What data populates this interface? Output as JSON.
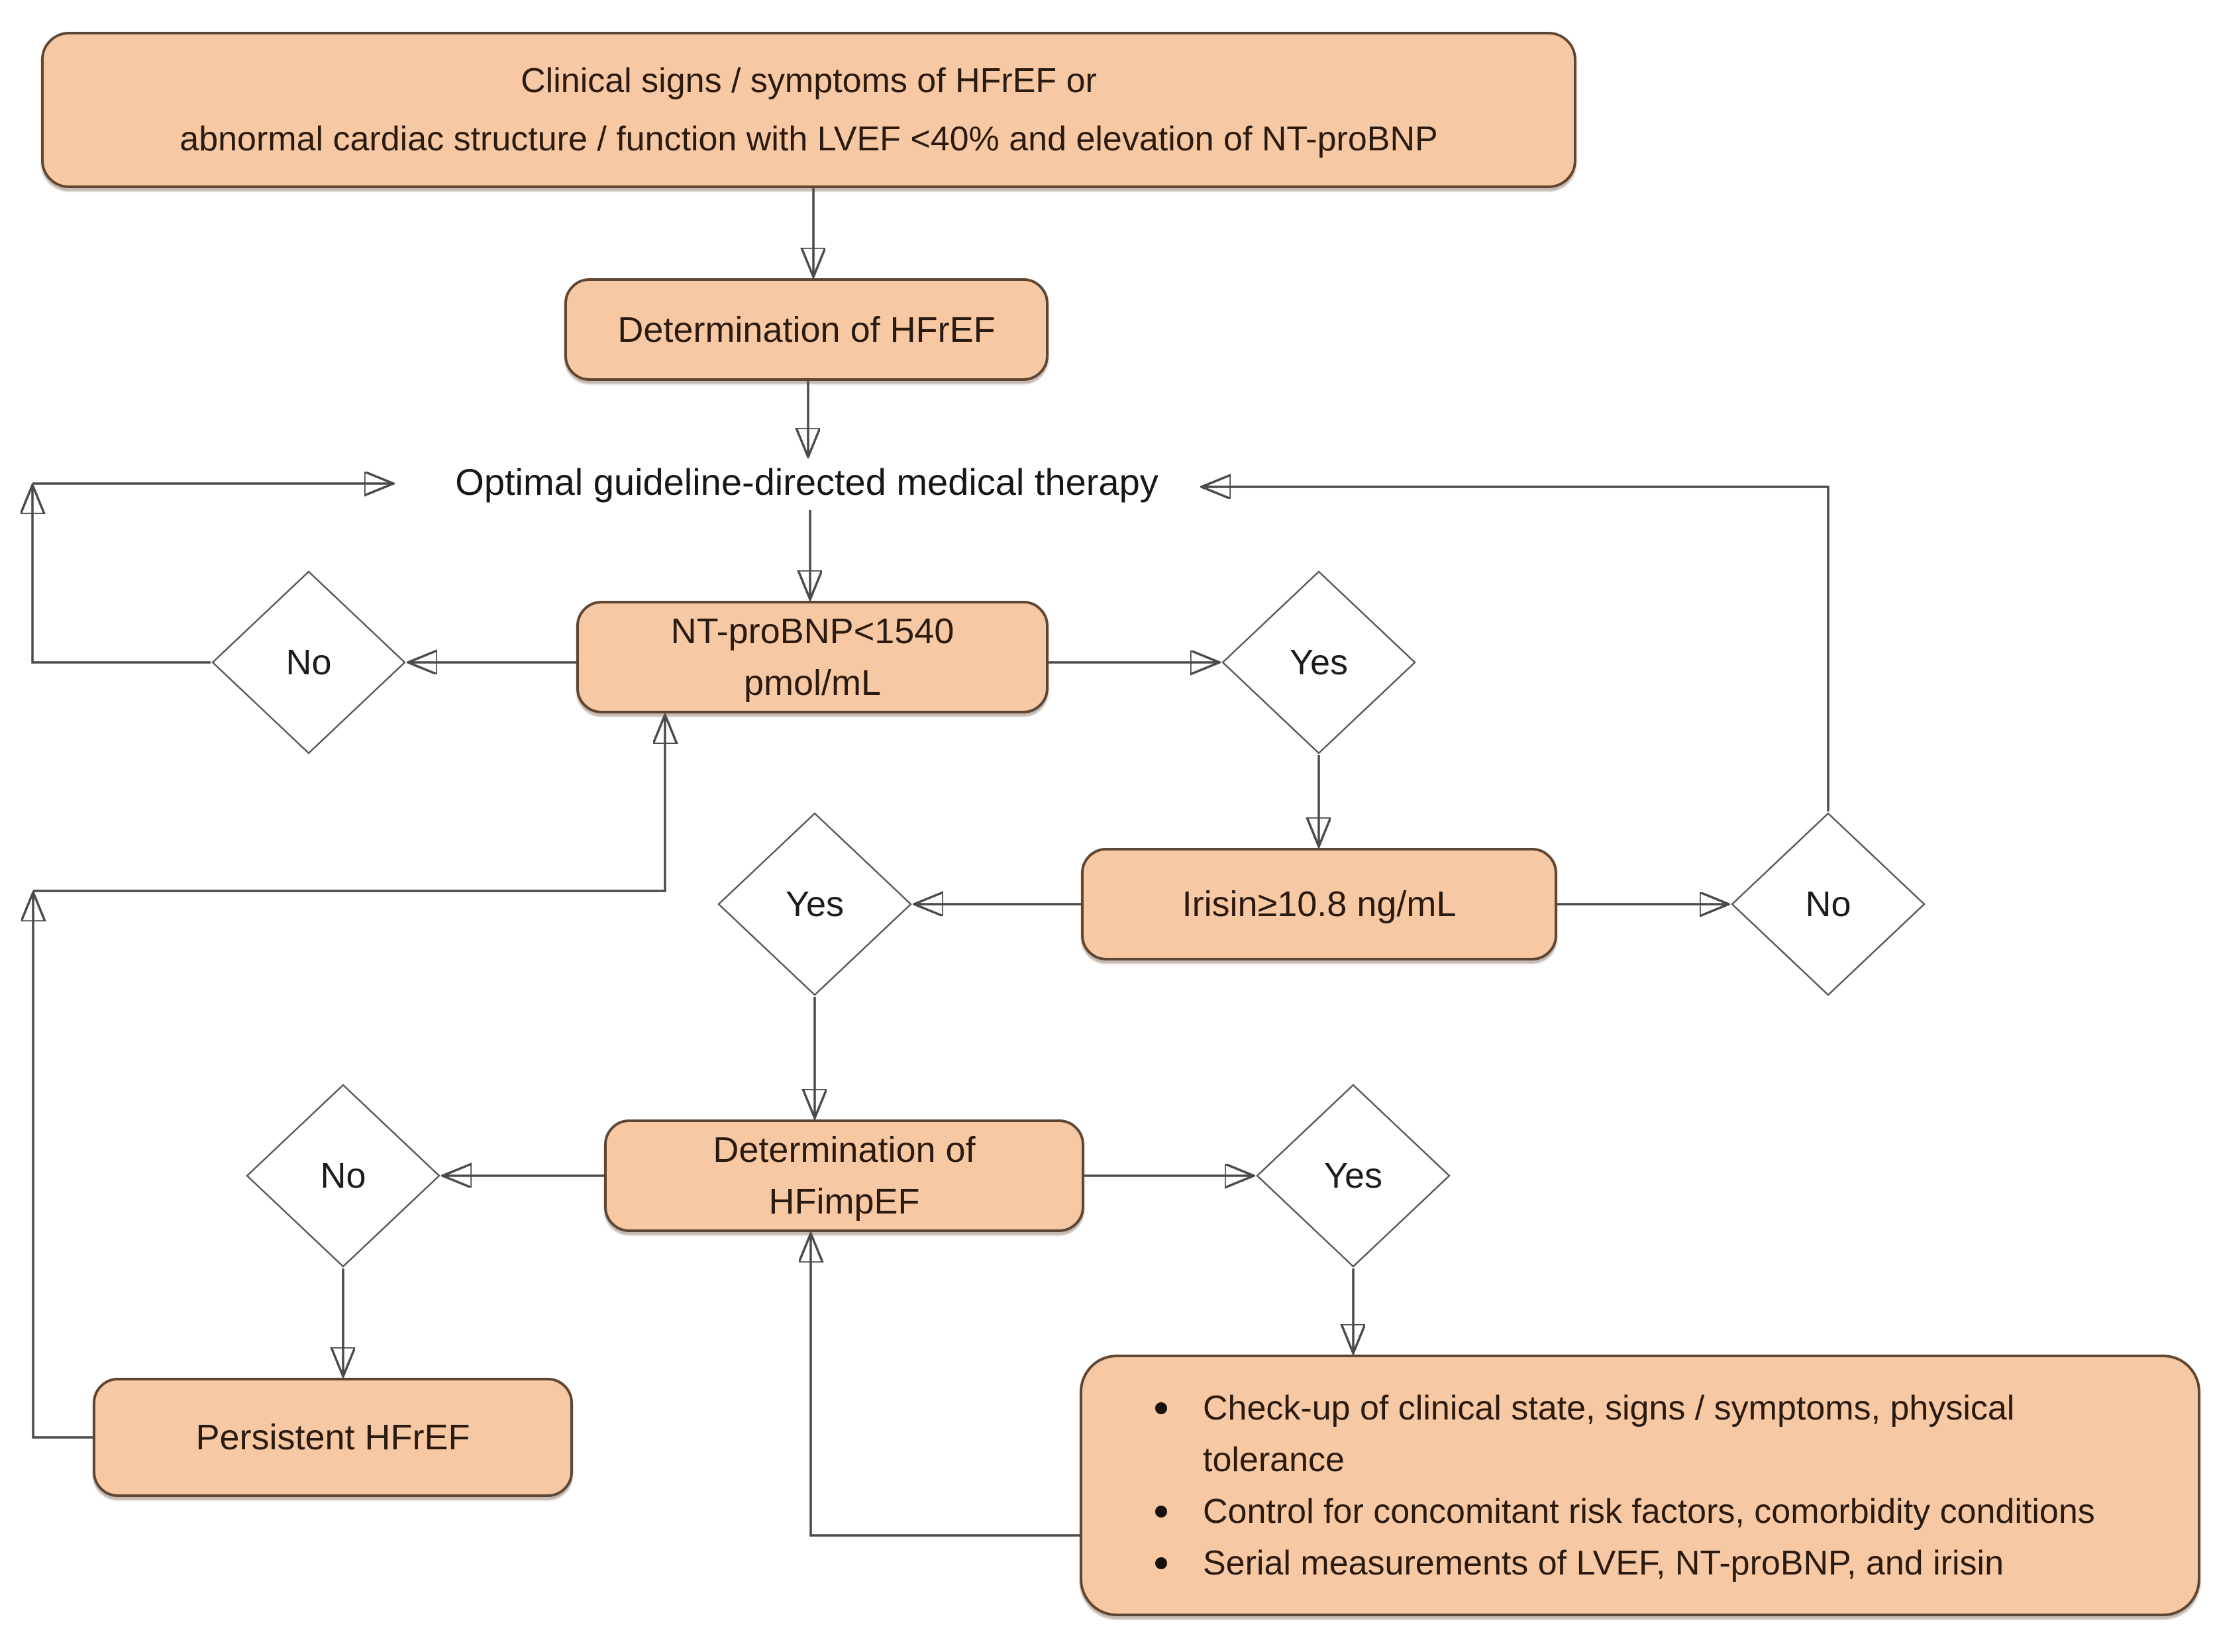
{
  "flowchart": {
    "title_hint": "HFrEF / HFimpEF management algorithm",
    "colors": {
      "node_fill": "#F6C8A3",
      "node_border": "#5F4632",
      "diamond_fill": "#FFFFFF",
      "diamond_border": "#595959",
      "line": "#4A4A4A",
      "arrowhead": "#1F1F1F",
      "text": "#2B1A10",
      "background": "#FFFFFF"
    },
    "nodes": {
      "entry": {
        "label": "Clinical signs / symptoms of HFrEF or\nabnormal cardiac structure / function with LVEF <40% and elevation of NT-proBNP"
      },
      "determination_hfref": {
        "label": "Determination of HFrEF"
      },
      "therapy": {
        "label": "Optimal guideline-directed medical therapy"
      },
      "nt_probnp": {
        "label": "NT-proBNP<1540\npmol/mL"
      },
      "irisin": {
        "label": "Irisin≥10.8 ng/mL"
      },
      "determination_hfimpef": {
        "label": "Determination of\nHFimpEF"
      },
      "persistent_hfref": {
        "label": "Persistent HFrEF"
      },
      "followup": {
        "items": [
          "Check-up of clinical state, signs / symptoms, physical tolerance",
          "Control for concomitant risk factors, comorbidity conditions",
          "Serial measurements of LVEF, NT-proBNP, and irisin"
        ]
      }
    },
    "decisions": {
      "nt_no": "No",
      "nt_yes": "Yes",
      "irisin_yes": "Yes",
      "irisin_no": "No",
      "hfimpef_no": "No",
      "hfimpef_yes": "Yes"
    }
  }
}
